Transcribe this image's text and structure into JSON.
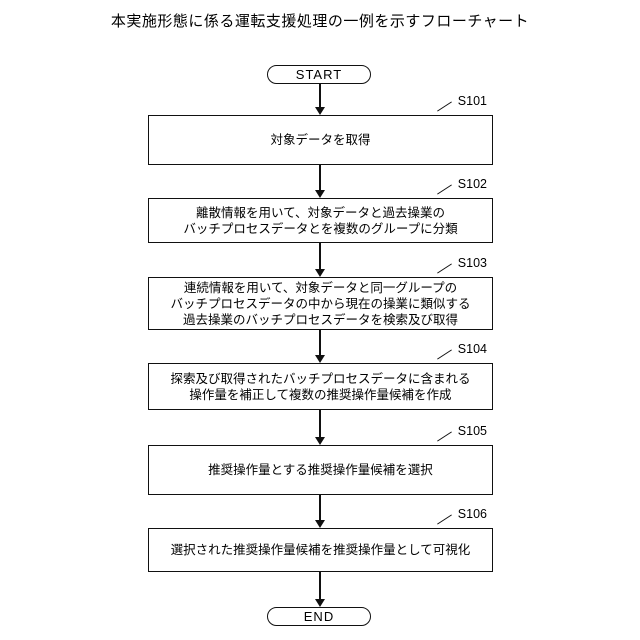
{
  "title": "本実施形態に係る運転支援処理の一例を示すフローチャート",
  "flowchart": {
    "start_label": "START",
    "end_label": "END",
    "steps": [
      {
        "id": "S101",
        "text": "対象データを取得"
      },
      {
        "id": "S102",
        "text": "離散情報を用いて、対象データと過去操業の\nバッチプロセスデータとを複数のグループに分類"
      },
      {
        "id": "S103",
        "text": "連続情報を用いて、対象データと同一グループの\nバッチプロセスデータの中から現在の操業に類似する\n過去操業のバッチプロセスデータを検索及び取得"
      },
      {
        "id": "S104",
        "text": "探索及び取得されたバッチプロセスデータに含まれる\n操作量を補正して複数の推奨操作量候補を作成"
      },
      {
        "id": "S105",
        "text": "推奨操作量とする推奨操作量候補を選択"
      },
      {
        "id": "S106",
        "text": "選択された推奨操作量候補を推奨操作量として可視化"
      }
    ]
  }
}
